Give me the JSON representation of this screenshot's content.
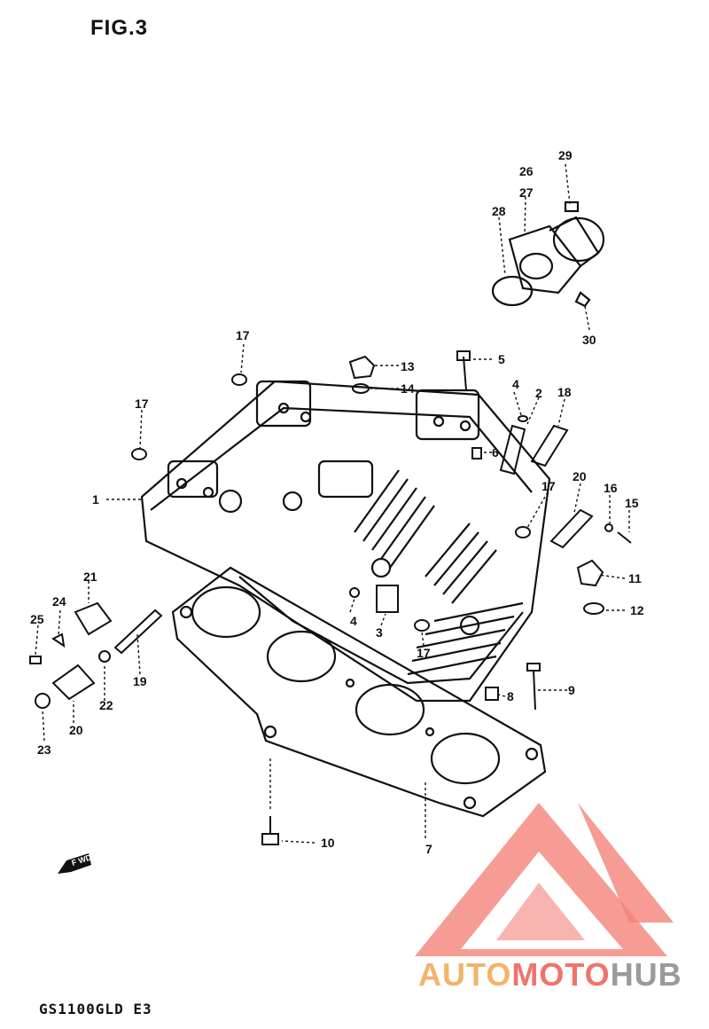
{
  "figure": {
    "title": "FIG.3",
    "model": "GS1100GLD E3"
  },
  "direction_arrow": {
    "label": "F WD"
  },
  "logo": {
    "part1": "AUTO",
    "part2": "MOTO",
    "part3": "HUB"
  },
  "callouts": [
    {
      "id": "c1",
      "label": "1"
    },
    {
      "id": "c2",
      "label": "2"
    },
    {
      "id": "c3",
      "label": "3"
    },
    {
      "id": "c4a",
      "label": "4"
    },
    {
      "id": "c4b",
      "label": "4"
    },
    {
      "id": "c5",
      "label": "5"
    },
    {
      "id": "c6",
      "label": "6"
    },
    {
      "id": "c7",
      "label": "7"
    },
    {
      "id": "c8",
      "label": "8"
    },
    {
      "id": "c9",
      "label": "9"
    },
    {
      "id": "c10",
      "label": "10"
    },
    {
      "id": "c11",
      "label": "11"
    },
    {
      "id": "c12",
      "label": "12"
    },
    {
      "id": "c13",
      "label": "13"
    },
    {
      "id": "c14",
      "label": "14"
    },
    {
      "id": "c15",
      "label": "15"
    },
    {
      "id": "c16",
      "label": "16"
    },
    {
      "id": "c17a",
      "label": "17"
    },
    {
      "id": "c17b",
      "label": "17"
    },
    {
      "id": "c17c",
      "label": "17"
    },
    {
      "id": "c17d",
      "label": "17"
    },
    {
      "id": "c18",
      "label": "18"
    },
    {
      "id": "c19",
      "label": "19"
    },
    {
      "id": "c20a",
      "label": "20"
    },
    {
      "id": "c20b",
      "label": "20"
    },
    {
      "id": "c21",
      "label": "21"
    },
    {
      "id": "c22",
      "label": "22"
    },
    {
      "id": "c23",
      "label": "23"
    },
    {
      "id": "c24",
      "label": "24"
    },
    {
      "id": "c25",
      "label": "25"
    },
    {
      "id": "c26",
      "label": "26"
    },
    {
      "id": "c27",
      "label": "27"
    },
    {
      "id": "c28",
      "label": "28"
    },
    {
      "id": "c29",
      "label": "29"
    },
    {
      "id": "c30",
      "label": "30"
    }
  ],
  "colors": {
    "ink": "#111111",
    "logo_red": "#f05a4f",
    "logo_orange": "#f2b46a",
    "logo_gray": "#9a9a9a"
  }
}
